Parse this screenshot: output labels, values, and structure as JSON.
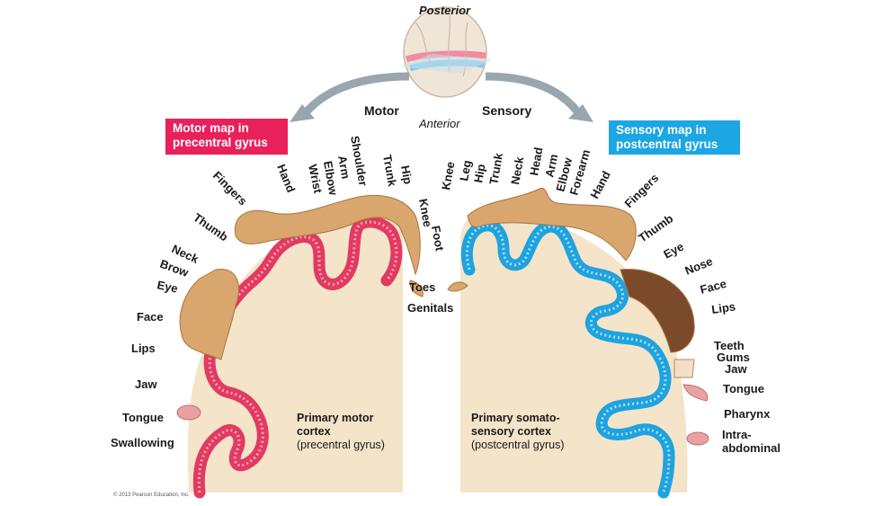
{
  "orientation": {
    "posterior": "Posterior",
    "anterior": "Anterior",
    "motor": "Motor",
    "sensory": "Sensory"
  },
  "motor_map": {
    "title_line1": "Motor map in",
    "title_line2": "precentral gyrus",
    "color": "#e8215a"
  },
  "sensory_map": {
    "title_line1": "Sensory map in",
    "title_line2": "postcentral gyrus",
    "color": "#1ca6e3"
  },
  "motor_labels": [
    "Hip",
    "Trunk",
    "Shoulder",
    "Arm",
    "Elbow",
    "Wrist",
    "Hand",
    "Fingers",
    "Thumb",
    "Neck",
    "Brow",
    "Eye",
    "Face",
    "Lips",
    "Jaw",
    "Tongue",
    "Swallowing",
    "Knee",
    "Foot",
    "Toes",
    "Genitals"
  ],
  "sensory_labels": [
    "Knee",
    "Leg",
    "Hip",
    "Trunk",
    "Neck",
    "Head",
    "Arm",
    "Elbow",
    "Forearm",
    "Hand",
    "Fingers",
    "Thumb",
    "Eye",
    "Nose",
    "Face",
    "Lips",
    "Teeth",
    "Gums",
    "Jaw",
    "Tongue",
    "Pharynx",
    "Intra-",
    "abdominal"
  ],
  "motor_cortex": {
    "title_line1": "Primary motor",
    "title_line2": "cortex",
    "subtitle": "(precentral gyrus)"
  },
  "sensory_cortex": {
    "title_line1": "Primary somato-",
    "title_line2": "sensory cortex",
    "subtitle": "(postcentral gyrus)"
  },
  "copyright": "© 2013 Pearson Education, Inc."
}
